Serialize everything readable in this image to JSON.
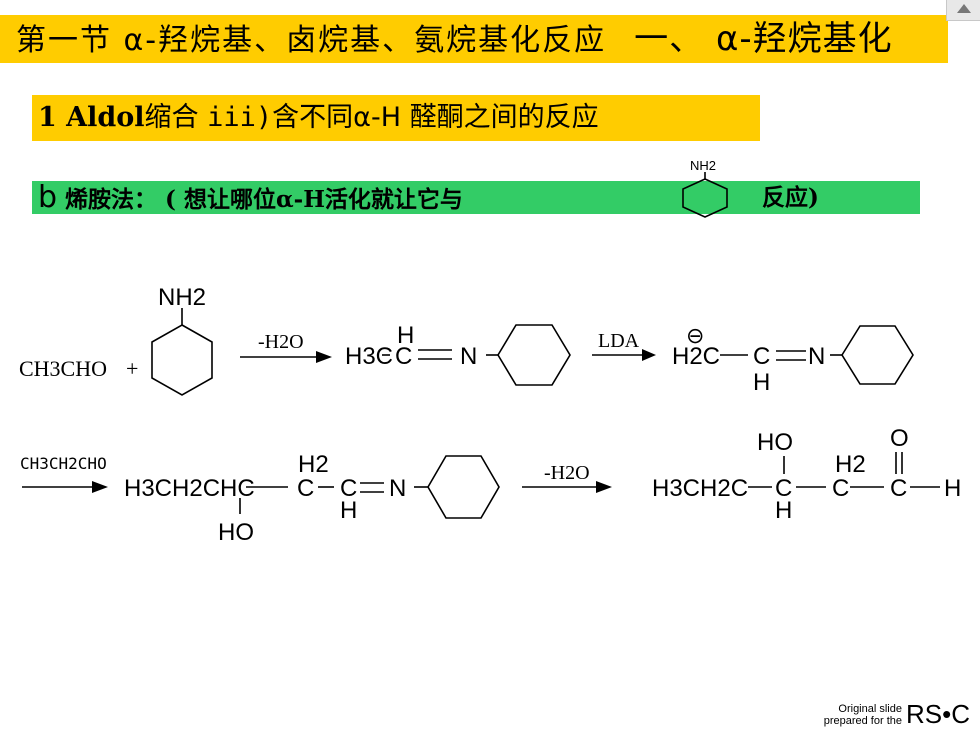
{
  "title": {
    "main": "第一节 α-羟烷基、卤烷基、氨烷基化反应",
    "section": "一、 α-羟烷基化"
  },
  "subtitle": {
    "bold": "1 Aldol",
    "rest": "缩合 ",
    "mono": "iii)",
    "tail": "含不同α-H 醛酮之间的反应"
  },
  "method": {
    "letter": "b",
    "text": " 烯胺法： ( 想让哪位α-H活化就让它与",
    "end": "反应)",
    "amine_label": "NH2"
  },
  "reaction1": {
    "reactant": "CH3CHO",
    "plus": "+",
    "amine": "NH2",
    "arrow1": "-H2O",
    "imine_left": "H3C",
    "imine_c": "C",
    "imine_h": "H",
    "imine_n": "N",
    "arrow2": "LDA",
    "anion_left": "H2C",
    "anion_c": "C",
    "anion_h": "H",
    "anion_n": "N",
    "charge": "⊖"
  },
  "reaction2": {
    "reagent": "CH3CH2CHO",
    "left_chain": "H3CH2CHC",
    "ch2_h2": "H2",
    "ch2_c": "C",
    "c3": "C",
    "c3_h": "H",
    "n": "N",
    "ho": "HO",
    "arrow": "-H2O",
    "prod_left": "H3CH2C",
    "prod_ho": "HO",
    "prod_c1": "C",
    "prod_h": "H",
    "prod_h2": "H2",
    "prod_c2": "C",
    "prod_o": "O",
    "prod_c3": "C",
    "prod_end": "H"
  },
  "footer": {
    "line1": "Original slide",
    "line2": "prepared for the",
    "logo": "RS•C"
  }
}
